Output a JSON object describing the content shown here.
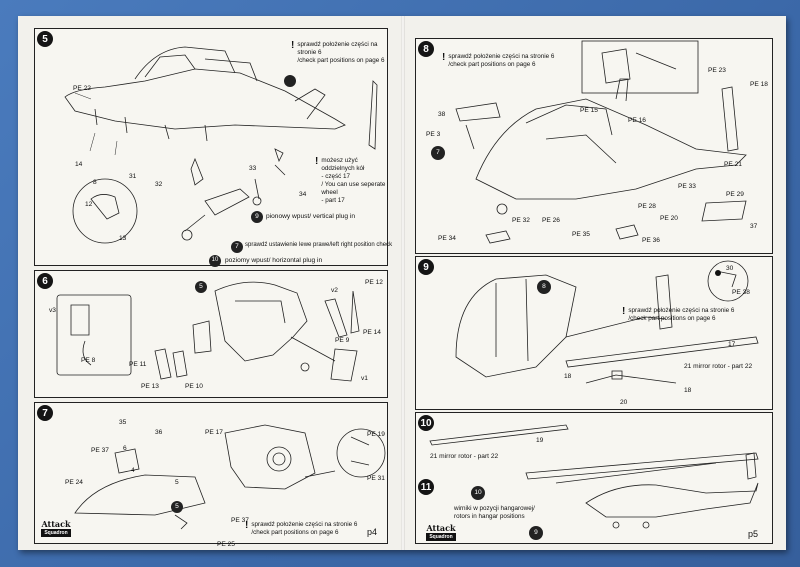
{
  "pages": {
    "left": {
      "page_number": "p4",
      "logo_text": "Attack",
      "logo_sub": "Squadron"
    },
    "right": {
      "page_number": "p5",
      "logo_text": "Attack",
      "logo_sub": "Squadron"
    }
  },
  "steps": {
    "s5": {
      "number": "5",
      "note1_pl": "sprawdź położenie części na stronie 6",
      "note1_en": "/check part positions on page 6",
      "note2_pl": "możesz użyć oddzielnych kół",
      "note2_pl2": "- część 17",
      "note2_en": "/ You can use seperate wheel",
      "note2_en2": "- part 17",
      "plug_v": "pionowy wpust/ vertical plug in",
      "plug_h": "poziomy wpust/ horizontal plug in",
      "check_wheels": "sprawdź ustawienie lewe prawe/left right position check",
      "callout_4": "4",
      "callout_9": "9",
      "callout_7": "7",
      "callout_10": "10",
      "parts": [
        "PE 22",
        "14",
        "8",
        "31",
        "32",
        "12",
        "13",
        "33",
        "34"
      ]
    },
    "s6": {
      "number": "6",
      "callout_5": "5",
      "parts": [
        "v2",
        "PE 12",
        "PE 9",
        "PE 14",
        "v3",
        "PE 8",
        "PE 11",
        "PE 13",
        "PE 10",
        "v1"
      ]
    },
    "s7": {
      "number": "7",
      "note_pl": "sprawdź położenie części na stronie 6",
      "note_en": "/check part positions on page 6",
      "callout_5": "5",
      "parts": [
        "35",
        "36",
        "PE 37",
        "6",
        "PE 17",
        "4",
        "PE 24",
        "5",
        "PE 19",
        "PE 31",
        "PE 37",
        "PE 25"
      ]
    },
    "s8": {
      "number": "8",
      "note_pl": "sprawdź położenie części na stronie 6",
      "note_en": "/check part positions on page 6",
      "callout_7": "7",
      "parts": [
        "38",
        "PE 3",
        "PE 15",
        "PE 16",
        "PE 23",
        "PE 18",
        "PE 21",
        "PE 33",
        "PE 29",
        "PE 28",
        "PE 20",
        "37",
        "PE 34",
        "PE 32",
        "PE 26",
        "PE 35",
        "PE 36"
      ]
    },
    "s9": {
      "number": "9",
      "note_pl": "sprawdź położenie części na stronie 6",
      "note_en": "/check part positions on page 6",
      "callout_8": "8",
      "rotor_label": "21 mirror rotor - part 22",
      "parts": [
        "30",
        "PE 38",
        "18",
        "18",
        "20",
        "17"
      ]
    },
    "s10": {
      "number": "10",
      "rotor_label": "21 mirror rotor - part 22",
      "parts": [
        "19"
      ]
    },
    "s11": {
      "number": "11",
      "callout_10": "10",
      "callout_9": "9",
      "note_pl": "wirniki w pozycji hangarowej/",
      "note_en": "rotors in hangar positions"
    }
  }
}
